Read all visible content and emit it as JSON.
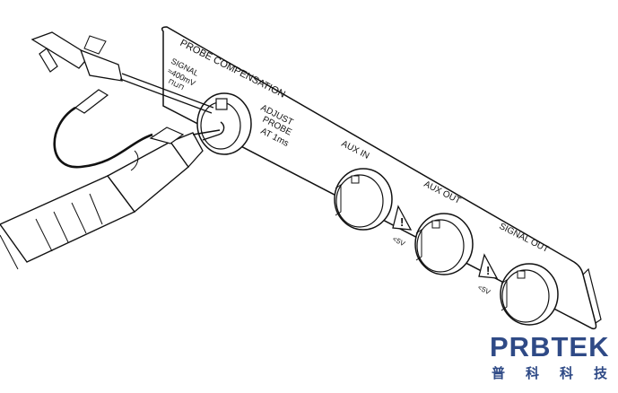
{
  "panel": {
    "probe_compensation": "PROBE COMPENSATION",
    "signal_line1": "SIGNAL",
    "signal_line2": "≈400mV",
    "waveform_symbol": "⊓⊔⊓",
    "adjust_line1": "ADJUST",
    "adjust_line2": "PROBE",
    "adjust_line3": "AT 1ms",
    "aux_in": "AUX IN",
    "aux_out": "AUX OUT",
    "signal_out": "SIGNAL OUT",
    "warning_label_1": "<5V",
    "warning_label_2": "<5V"
  },
  "logo": {
    "name": "PRBTEK",
    "subtitle": "普科科技",
    "color": "#2f4a86"
  }
}
